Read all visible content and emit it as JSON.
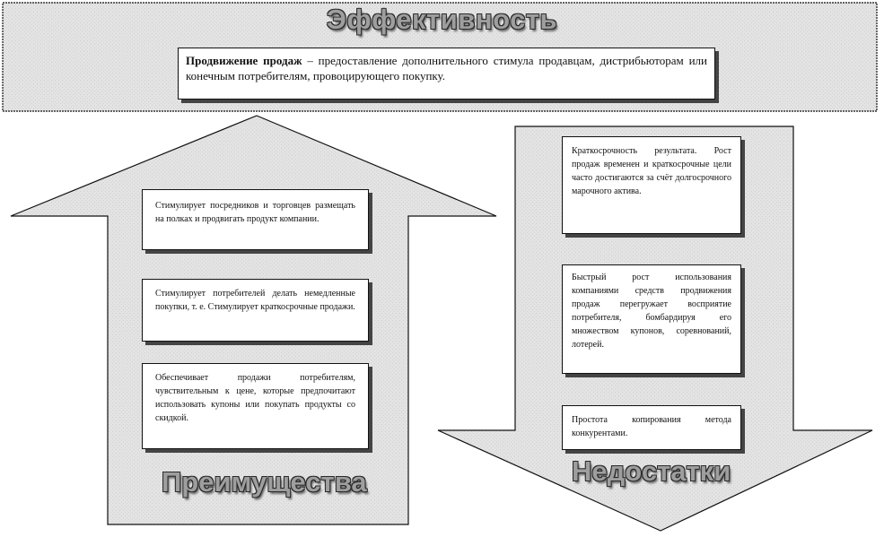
{
  "banner": {
    "title": "Эффективность",
    "definition_term": "Продвижение продаж",
    "definition_rest": " – предоставление дополнительного стимула продавцам, дистрибьюторам или конечным потребителям, провоцирующего покупку."
  },
  "advantages": {
    "title": "Преимущества",
    "items": [
      "Стимулирует посредников и торговцев размещать на полках и продвигать продукт компании.",
      "Стимулирует потребителей делать немедленные покупки, т. е. Стимулирует краткосрочные продажи.",
      "Обеспечивает продажи потребителям, чувствительным к цене, которые предпочитают использовать купоны или покупать продукты со скидкой."
    ]
  },
  "disadvantages": {
    "title": "Недостатки",
    "items": [
      "Краткосрочность результата. Рост продаж временен и краткосрочные цели часто достигаются за счёт долгосрочного марочного актива.",
      "Быстрый рост использования компаниями средств продвижения продаж перегружает восприятие потребителя, бомбардируя его множеством купонов, соревнований, лотерей.",
      "Простота копирования метода конкурентами."
    ]
  },
  "colors": {
    "banner_fill": "#e6e6e6",
    "arrow_fill": "#e2e2e2",
    "title_fill": "#9e9e9e",
    "outline": "#111111"
  }
}
